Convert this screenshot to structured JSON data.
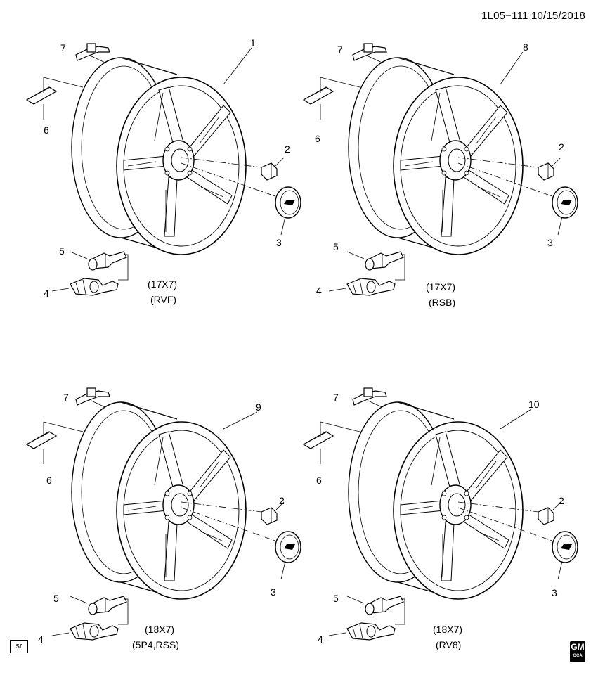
{
  "header": {
    "doc_id": "1L05−111  10/15/2018"
  },
  "corner": {
    "sr_label": "sr",
    "logo_text": "GM",
    "logo_sub": "OCA"
  },
  "panels": [
    {
      "wheel_number": "1",
      "size": "(17X7)",
      "code": "(RVF)",
      "callouts": {
        "n2": "2",
        "n3": "3",
        "n4": "4",
        "n5": "5",
        "n6": "6",
        "n7": "7"
      }
    },
    {
      "wheel_number": "8",
      "size": "(17X7)",
      "code": "(RSB)",
      "callouts": {
        "n2": "2",
        "n3": "3",
        "n4": "4",
        "n5": "5",
        "n6": "6",
        "n7": "7"
      }
    },
    {
      "wheel_number": "9",
      "size": "(18X7)",
      "code": "(5P4,RSS)",
      "callouts": {
        "n2": "2",
        "n3": "3",
        "n4": "4",
        "n5": "5",
        "n6": "6",
        "n7": "7"
      }
    },
    {
      "wheel_number": "10",
      "size": "(18X7)",
      "code": "(RV8)",
      "callouts": {
        "n2": "2",
        "n3": "3",
        "n4": "4",
        "n5": "5",
        "n6": "6",
        "n7": "7"
      }
    }
  ]
}
